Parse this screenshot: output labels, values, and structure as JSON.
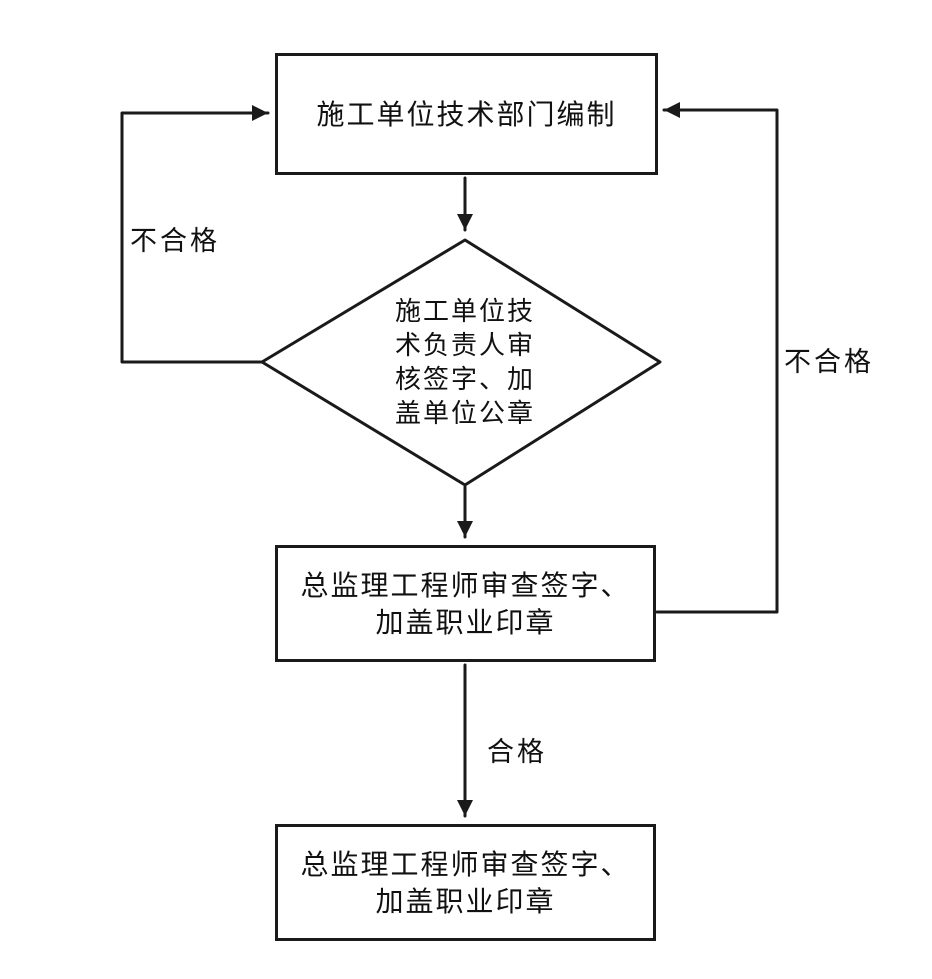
{
  "nodes": {
    "top_box": {
      "label": "施工单位技术部门编制"
    },
    "diamond": {
      "lines": [
        "施工单位技",
        "术负责人审",
        "核签字、加",
        "盖单位公章"
      ]
    },
    "middle_box": {
      "lines": [
        "总监理工程师审查签字、",
        "加盖职业印章"
      ]
    },
    "bottom_box": {
      "lines": [
        "总监理工程师审查签字、",
        "加盖职业印章"
      ]
    }
  },
  "edges": {
    "left_fail_label": "不合格",
    "right_fail_label": "不合格",
    "pass_label": "合格"
  },
  "colors": {
    "line": "#1a1a1a",
    "background": "#ffffff"
  }
}
